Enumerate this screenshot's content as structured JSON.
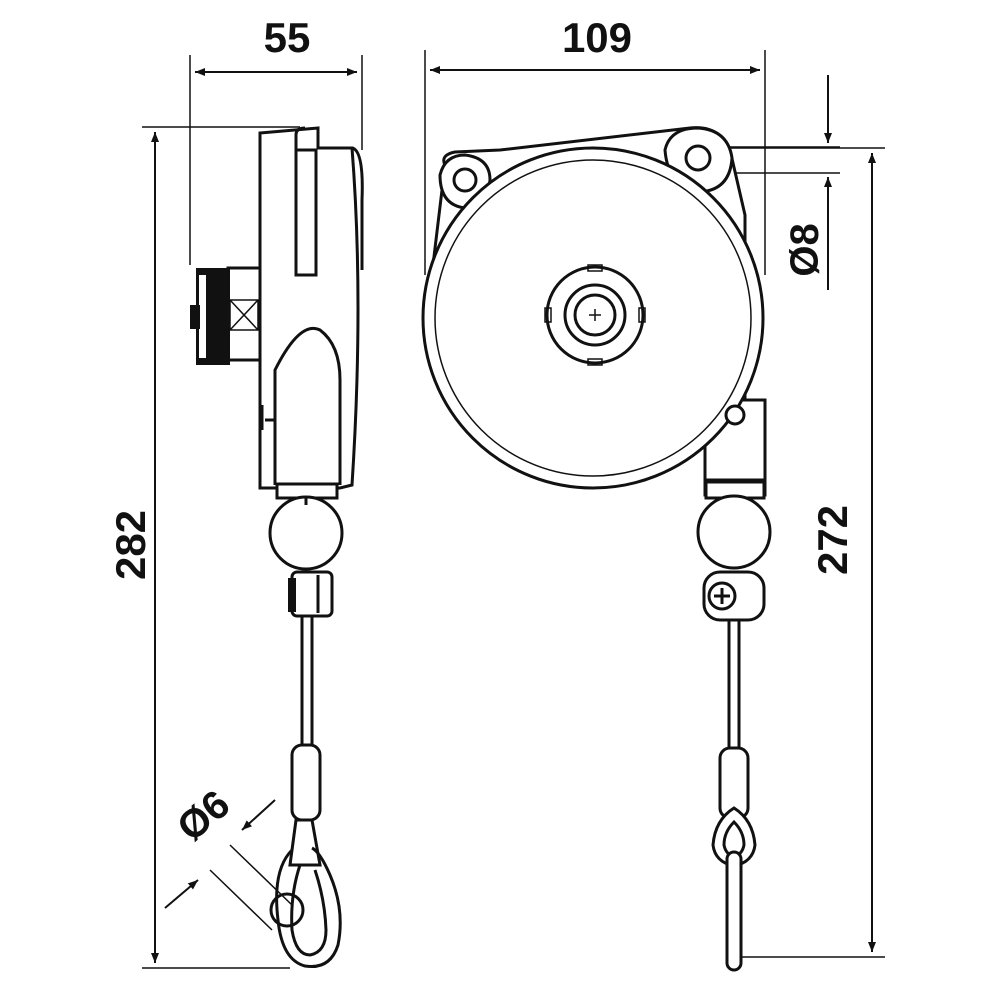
{
  "dimensions": {
    "side_width": "55",
    "front_width": "109",
    "total_height": "282",
    "mount_height": "272",
    "hole_diameter": "Ø8",
    "hook_diameter": "Ø6"
  },
  "colors": {
    "ink": "#111111",
    "paper": "#ffffff"
  }
}
